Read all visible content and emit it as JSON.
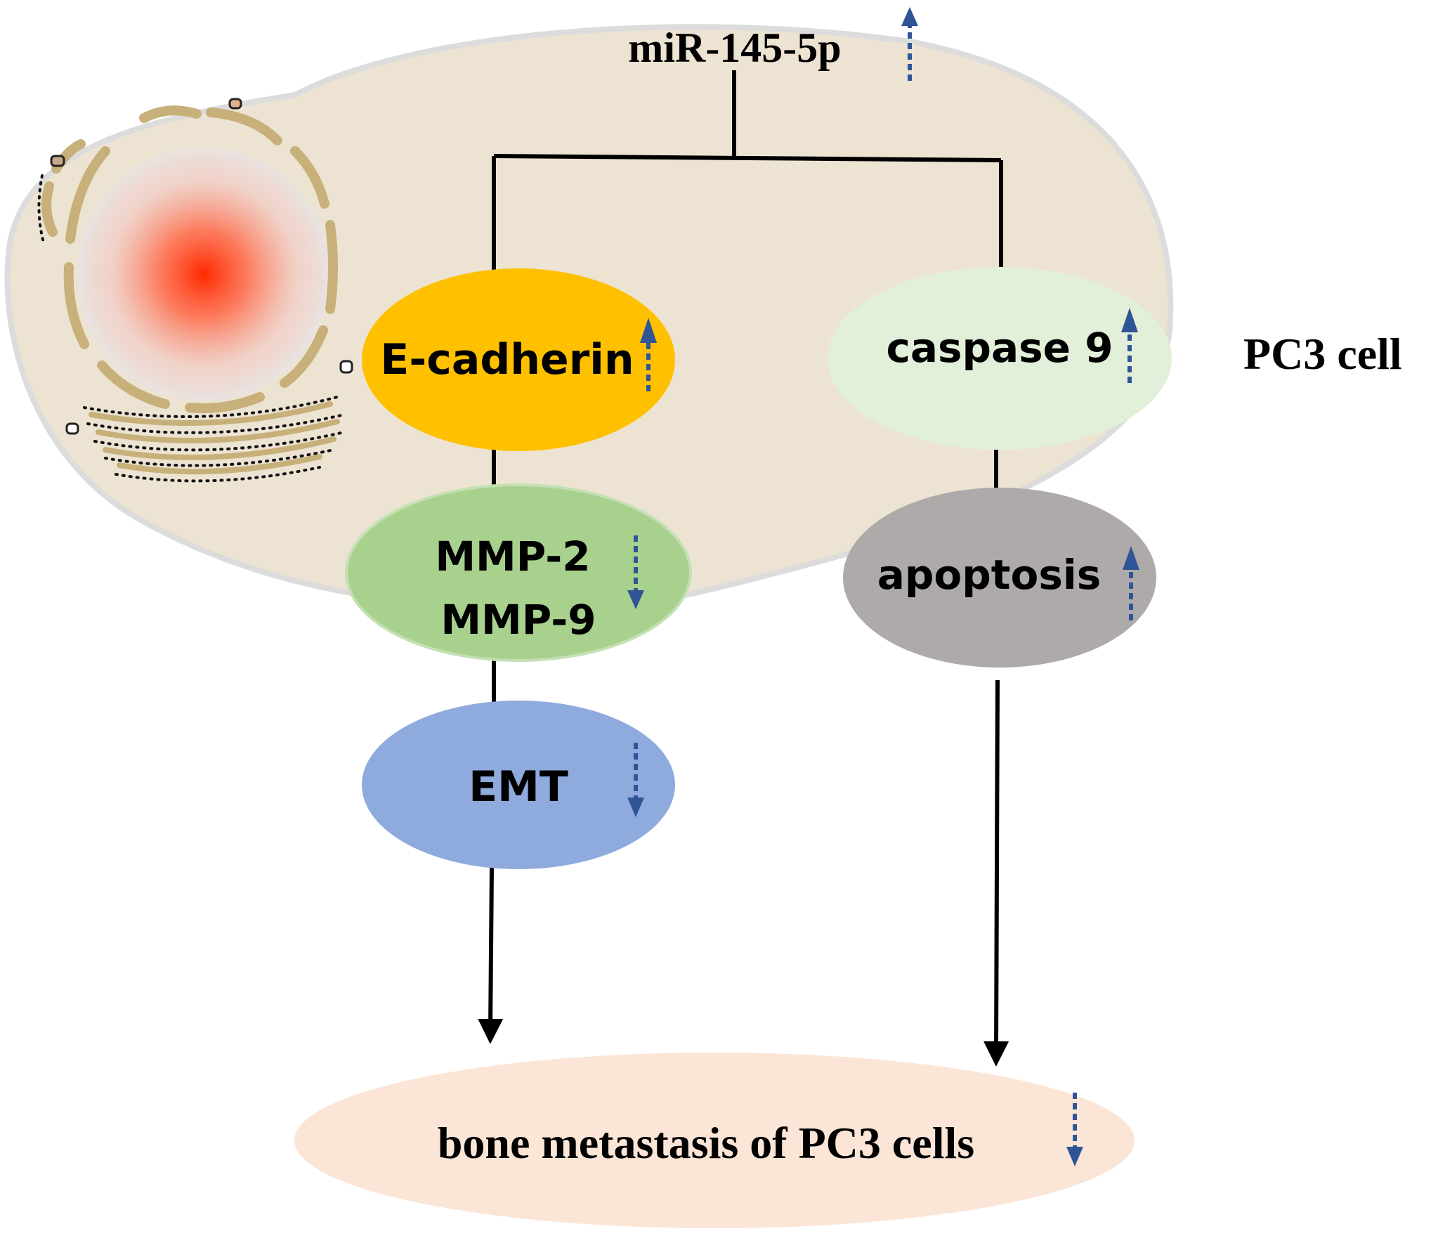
{
  "top_node": {
    "label": "miR-145-5p",
    "direction": "up"
  },
  "cell_label": "PC3 cell",
  "left_branch": [
    {
      "id": "e_cadherin",
      "lines": [
        "E-cadherin"
      ],
      "direction": "up",
      "color": "#FFC000"
    },
    {
      "id": "mmp",
      "lines": [
        "MMP-2",
        "MMP-9"
      ],
      "direction": "down",
      "color": "#A9D18E"
    },
    {
      "id": "emt",
      "lines": [
        "EMT"
      ],
      "direction": "down",
      "color": "#8FAADC"
    }
  ],
  "right_branch": [
    {
      "id": "caspase9",
      "lines": [
        "caspase 9"
      ],
      "direction": "up",
      "color": "#E2F0D9"
    },
    {
      "id": "apoptosis",
      "lines": [
        "apoptosis"
      ],
      "direction": "up",
      "color": "#AEAAAA"
    }
  ],
  "outcome": {
    "label": "bone metastasis of PC3 cells",
    "direction": "down",
    "color": "#FBE5D6"
  },
  "colors": {
    "cell_fill": "#EDE3D2",
    "cell_border": "#DCDCDC",
    "nucleus": "#FF2A00",
    "organelle": "#C7B07A",
    "arrow_blue": "#2F5597",
    "line": "#000000"
  }
}
